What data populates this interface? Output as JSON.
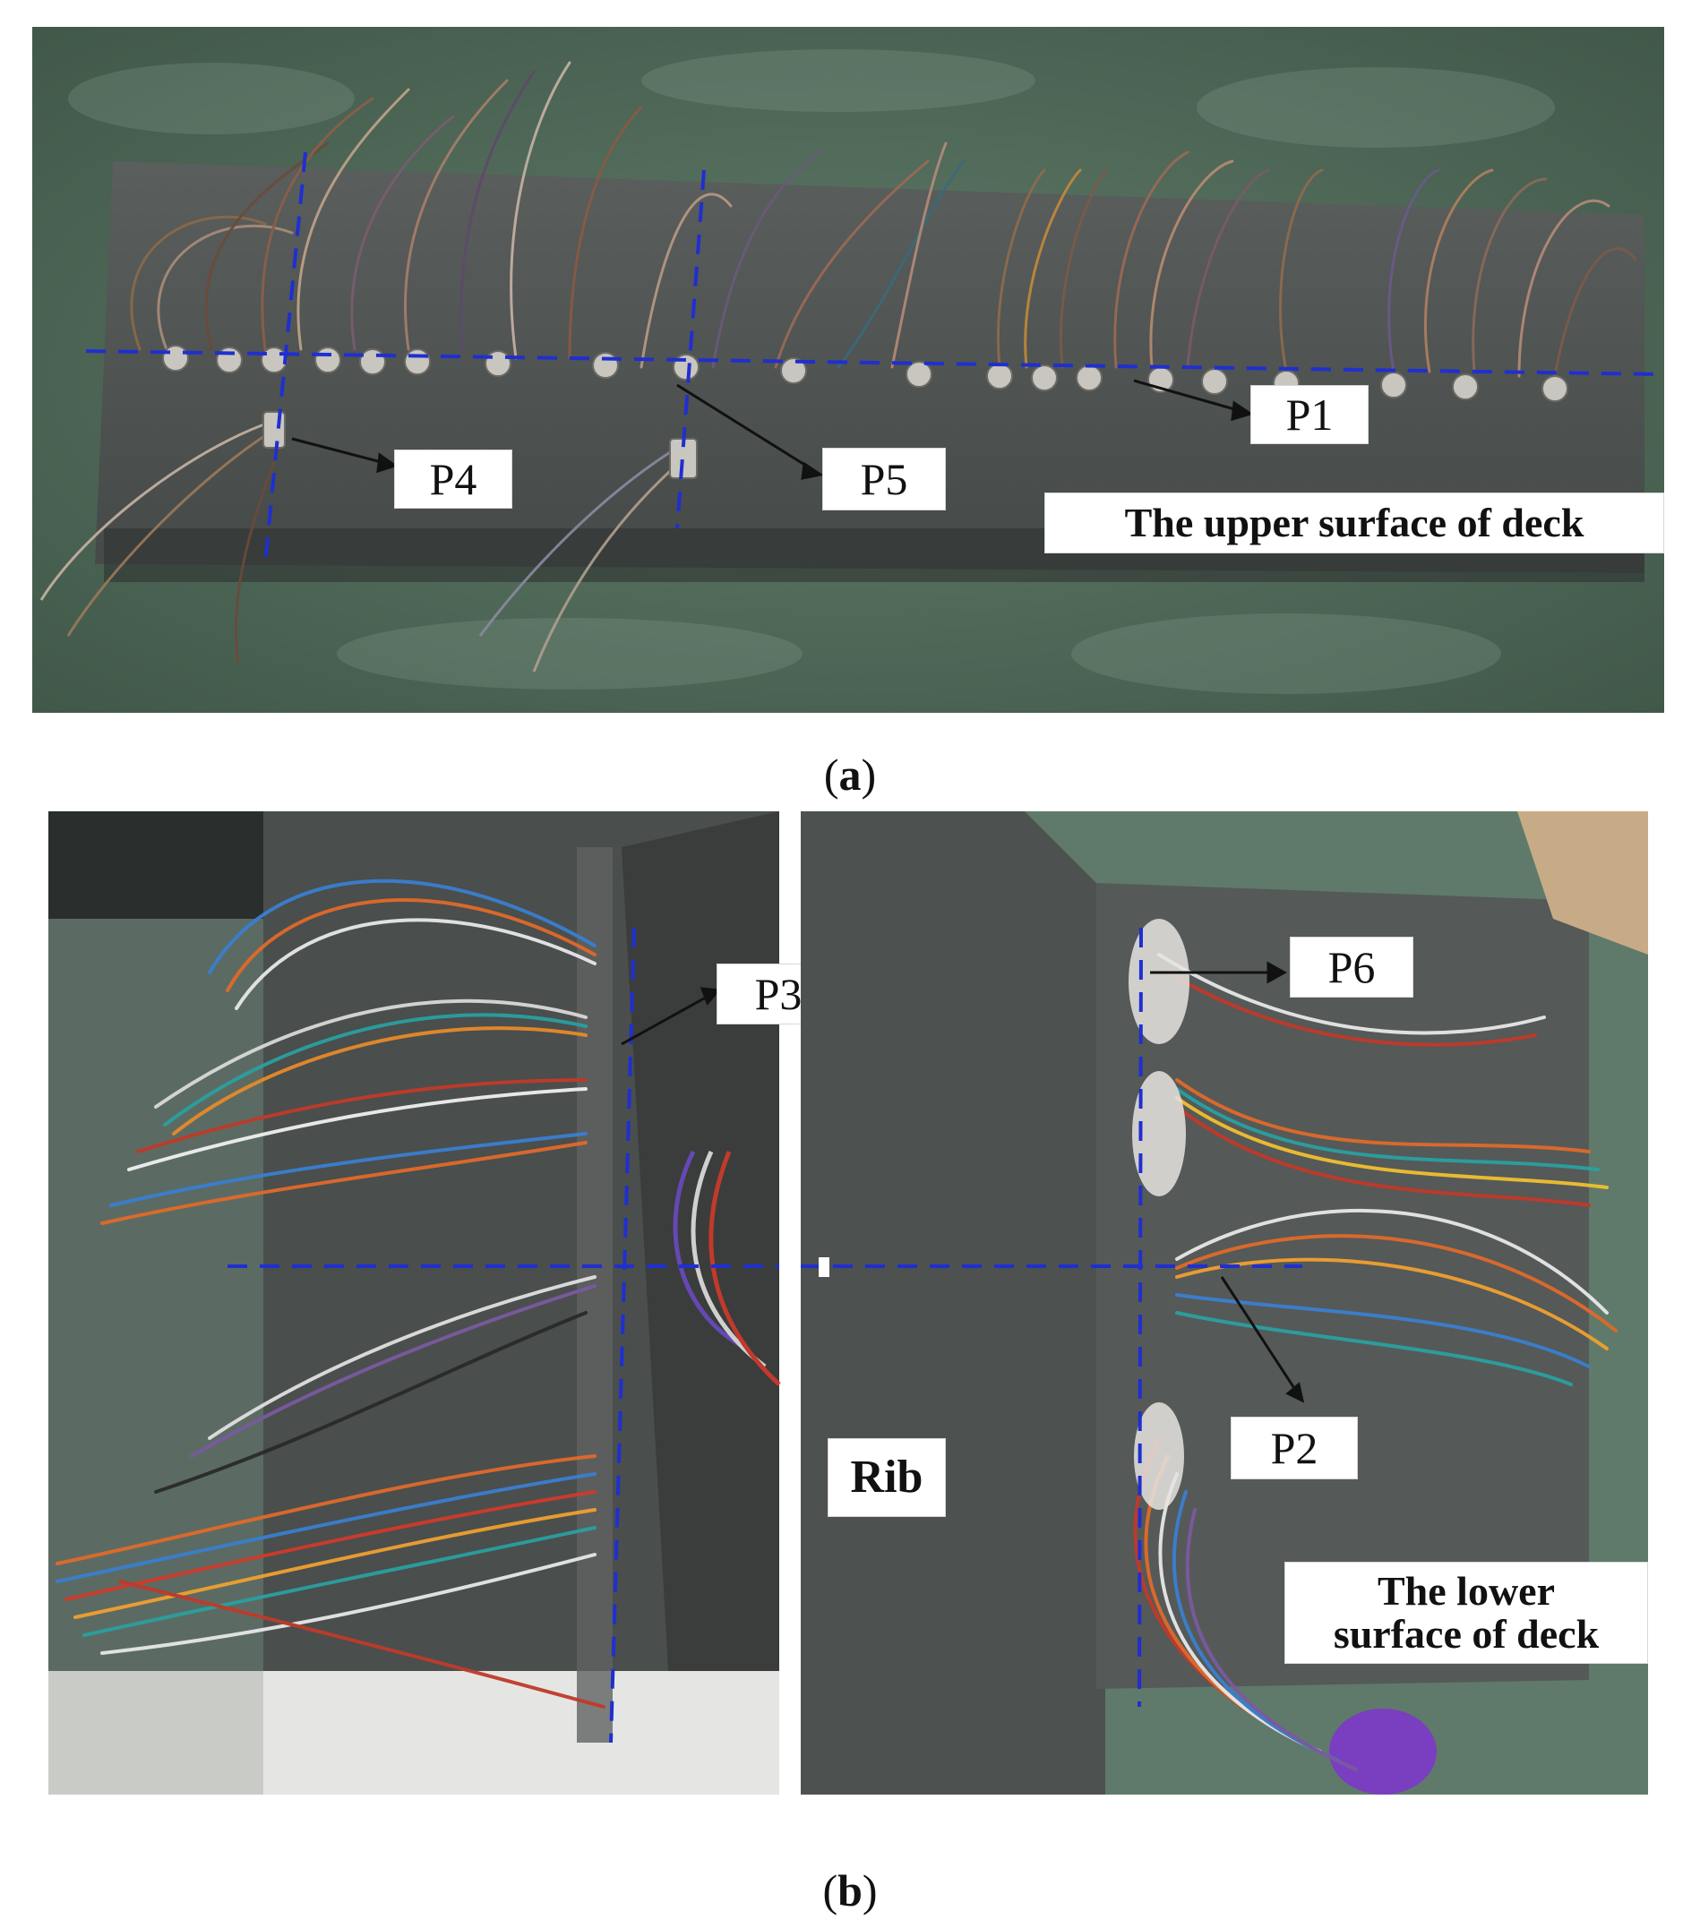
{
  "colors": {
    "guide_line": "#1f2fd0",
    "floor": "#4f6b5a",
    "deck": "#4e5251",
    "label_bg": "#ffffff"
  },
  "panel_a": {
    "labels": {
      "p1": "P1",
      "p4": "P4",
      "p5": "P5",
      "surface": "The upper surface of deck"
    },
    "caption_prefix": "(",
    "caption_letter": "a",
    "caption_suffix": ")"
  },
  "panel_b": {
    "labels": {
      "p3": "P3",
      "p6": "P6",
      "p2": "P2",
      "rib": "Rib",
      "surface_line1": "The lower",
      "surface_line2": "surface of deck"
    },
    "caption_prefix": "(",
    "caption_letter": "b",
    "caption_suffix": ")"
  }
}
